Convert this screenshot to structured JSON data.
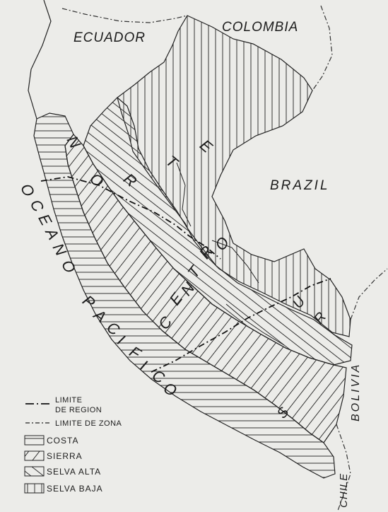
{
  "countries": {
    "ecuador": "ECUADOR",
    "colombia": "COLOMBIA",
    "brazil": "BRAZIL",
    "bolivia": "BOLIVIA",
    "chile": "CHILE"
  },
  "ocean": "OCEANO PACIFICO",
  "regions": {
    "norte": "NORTE",
    "centro": "CENTRO",
    "sur": "SUR"
  },
  "legend": {
    "limite_region_line1": "LIMITE",
    "limite_region_line2": "DE REGION",
    "limite_zona": "LIMITE DE ZONA",
    "costa": "COSTA",
    "sierra": "SIERRA",
    "selva_alta": "SELVA ALTA",
    "selva_baja": "SELVA BAJA"
  },
  "colors": {
    "ink": "#1e1e1e",
    "paper": "#ecece9"
  }
}
